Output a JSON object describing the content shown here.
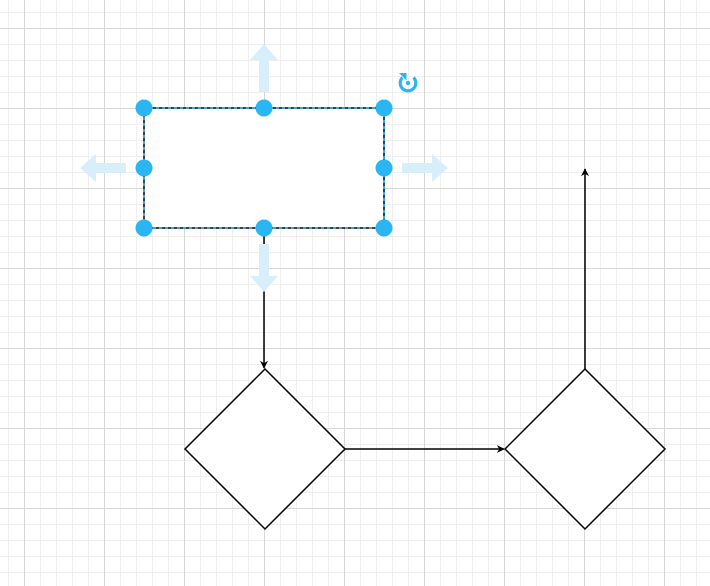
{
  "diagram": {
    "colors": {
      "selection": "#29b6f2",
      "hover_arrow": "#d8eefb",
      "stroke": "#000000",
      "fill": "#ffffff",
      "grid_major": "#d6d6d6",
      "grid_minor": "#efefef"
    },
    "shapes": [
      {
        "id": "process-box",
        "kind": "rectangle",
        "label": "",
        "selected": true
      },
      {
        "id": "decision-1",
        "kind": "diamond",
        "label": ""
      },
      {
        "id": "decision-2",
        "kind": "diamond",
        "label": ""
      }
    ],
    "connectors": [
      {
        "from": "process-box",
        "to": "decision-1",
        "label": ""
      },
      {
        "from": "decision-1",
        "to": "decision-2",
        "label": ""
      },
      {
        "from": "decision-2",
        "to": "open-end",
        "label": ""
      }
    ],
    "selection_tools": {
      "rotate_icon": "rotate-icon",
      "hover_arrows": [
        "up",
        "down",
        "left",
        "right"
      ]
    }
  }
}
